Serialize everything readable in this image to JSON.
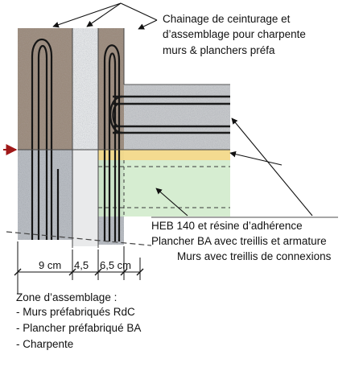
{
  "labels": {
    "top_callout_line1": "Chainage de ceinturage et",
    "top_callout_line2": "d’assemblage pour charpente",
    "top_callout_line3": "murs & planchers préfa",
    "heb": "HEB 140 et résine d’adhérence",
    "plancher": "Plancher BA avec treillis et armature",
    "murs": "Murs avec treillis de connexions"
  },
  "dimensions": {
    "wall": "9 cm",
    "gap": "4,5",
    "inner": "6,5 cm"
  },
  "legend": {
    "title": "Zone d’assemblage :",
    "items": [
      "- Murs préfabriqués RdC",
      "- Plancher préfabriqué BA",
      "- Charpente"
    ]
  },
  "colors": {
    "upper_concrete": "#9a8a7c",
    "lower_concrete": "#b8bcc2",
    "core_fill": "#dfe1e3",
    "slab": "#c9cbcd",
    "resin": "#f3d98a",
    "plancher": "#cfeac9",
    "arrow_red": "#a01818"
  }
}
